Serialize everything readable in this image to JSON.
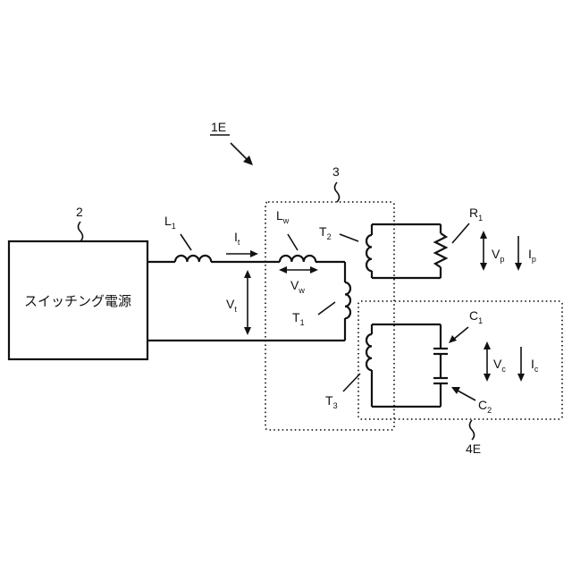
{
  "figure": {
    "system_ref": "1E",
    "power_supply": {
      "ref": "2",
      "label": "スイッチング電源"
    },
    "block_3": {
      "ref": "3"
    },
    "block_4E": {
      "ref": "4E"
    },
    "components": {
      "L1": {
        "main": "L",
        "sub": "1"
      },
      "Lw": {
        "main": "L",
        "sub": "w"
      },
      "T1": {
        "main": "T",
        "sub": "1"
      },
      "T2": {
        "main": "T",
        "sub": "2"
      },
      "T3": {
        "main": "T",
        "sub": "3"
      },
      "R1": {
        "main": "R",
        "sub": "1"
      },
      "C1": {
        "main": "C",
        "sub": "1"
      },
      "C2": {
        "main": "C",
        "sub": "2"
      }
    },
    "quantities": {
      "It": {
        "main": "I",
        "sub": "t"
      },
      "Vt": {
        "main": "V",
        "sub": "t"
      },
      "Vw": {
        "main": "V",
        "sub": "w"
      },
      "Vp": {
        "main": "V",
        "sub": "p"
      },
      "Ip": {
        "main": "I",
        "sub": "p"
      },
      "Vc": {
        "main": "V",
        "sub": "c"
      },
      "Ic": {
        "main": "I",
        "sub": "c"
      }
    }
  }
}
